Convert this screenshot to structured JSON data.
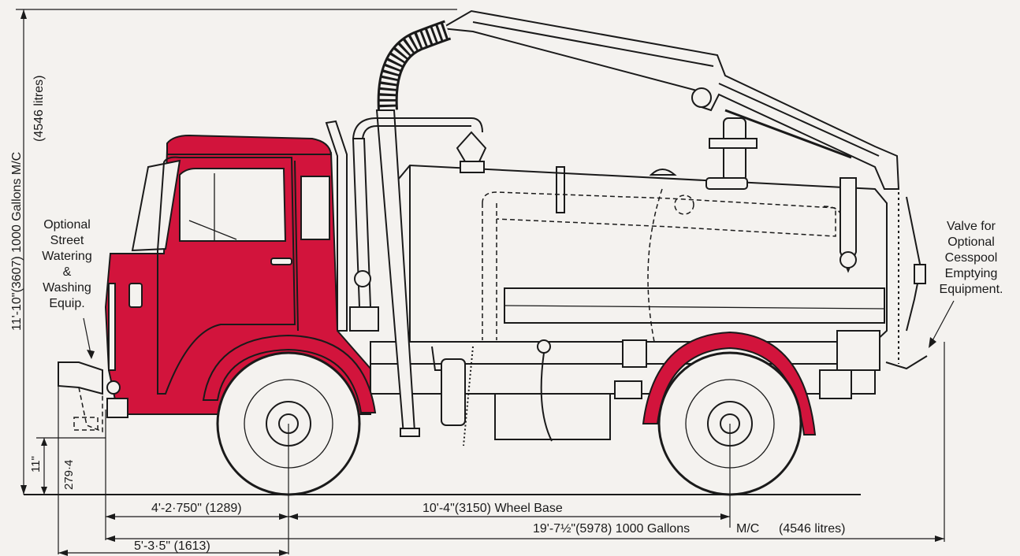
{
  "colors": {
    "cab": "#d2143c",
    "line": "#1a1a1a",
    "paper": "#f4f2ef"
  },
  "labels": {
    "left_equipment": [
      "Optional",
      "Street",
      "Watering",
      "&",
      "Washing",
      "Equip."
    ],
    "right_valve": [
      "Valve for",
      "Optional",
      "Cesspool",
      "Emptying",
      "Equipment."
    ]
  },
  "dimensions": {
    "overall_height": "11'-10\"(3607) 1000 Gallons M/C",
    "overall_height_litres": "(4546 litres)",
    "front_overhang_height_in": "11\"",
    "front_overhang_height_mm": "279·4",
    "front_to_axle": "4'-2·750\" (1289)",
    "wheel_base": "10'-4\"(3150) Wheel Base",
    "overall_length": "19'-7½\"(5978) 1000 Gallons",
    "overall_length_mc": "M/C",
    "overall_length_litres": "(4546 litres)",
    "bumper_to_axle": "5'-3·5\" (1613)"
  }
}
